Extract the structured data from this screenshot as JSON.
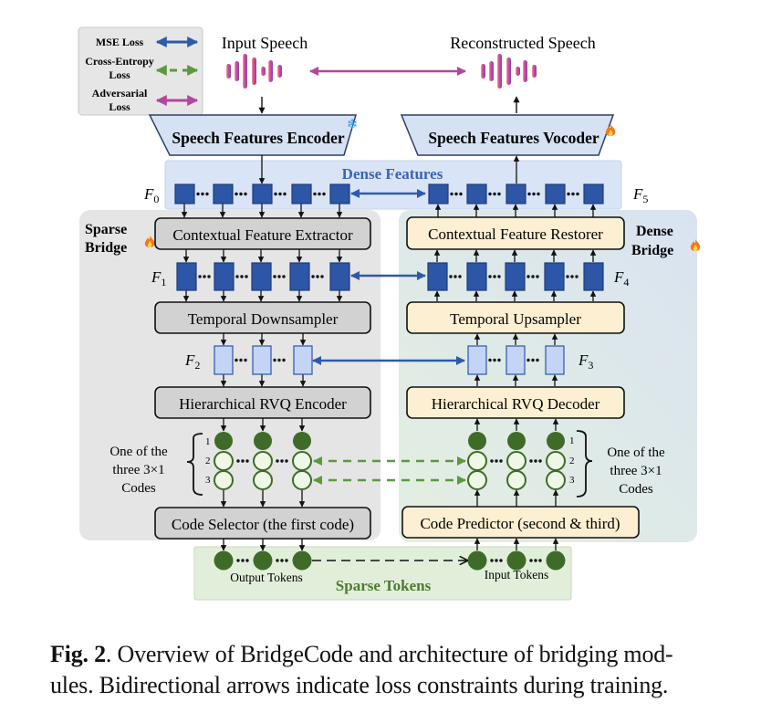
{
  "legend": {
    "items": [
      {
        "label_lines": [
          "MSE Loss"
        ],
        "color": "#2f5aa8",
        "style": "solid"
      },
      {
        "label_lines": [
          "Cross-Entropy",
          "Loss"
        ],
        "color": "#5a9a3c",
        "style": "dashed"
      },
      {
        "label_lines": [
          "Adversarial",
          "Loss"
        ],
        "color": "#b3459f",
        "style": "solid"
      }
    ]
  },
  "speech": {
    "input_label": "Input Speech",
    "output_label": "Reconstructed Speech"
  },
  "encoder": {
    "label": "Speech Features Encoder",
    "status_icon": "snowflake-icon"
  },
  "vocoder": {
    "label": "Speech Features Vocoder",
    "status_icon": "fire-icon"
  },
  "dense_features": {
    "label": "Dense Features"
  },
  "feature_labels": {
    "F0": {
      "base": "F",
      "sub": "0"
    },
    "F1": {
      "base": "F",
      "sub": "1"
    },
    "F2": {
      "base": "F",
      "sub": "2"
    },
    "F3": {
      "base": "F",
      "sub": "3"
    },
    "F4": {
      "base": "F",
      "sub": "4"
    },
    "F5": {
      "base": "F",
      "sub": "5"
    }
  },
  "sparse_bridge": {
    "title_lines": [
      "Sparse",
      "Bridge"
    ],
    "status_icon": "fire-icon",
    "modules": [
      "Contextual Feature Extractor",
      "Temporal Downsampler",
      "Hierarchical RVQ Encoder",
      "Code Selector (the first code)"
    ]
  },
  "dense_bridge": {
    "title_lines": [
      "Dense",
      "Bridge"
    ],
    "status_icon": "fire-icon",
    "modules": [
      "Contextual Feature Restorer",
      "Temporal Upsampler",
      "Hierarchical RVQ Decoder",
      "Code Predictor (second & third)"
    ]
  },
  "codes": {
    "row_numbers": [
      "1",
      "2",
      "3"
    ],
    "brace_label_lines": [
      "One of the",
      "three 3×1",
      "Codes"
    ]
  },
  "sparse_tokens": {
    "label": "Sparse Tokens",
    "output_label": "Output Tokens",
    "input_label": "Input Tokens"
  },
  "colors": {
    "mse": "#2f5aa8",
    "ce": "#5a9a3c",
    "adv": "#b3459f",
    "dark_feature": "#2d56a6",
    "light_feature": "#c3d4f5",
    "token_green": "#3f6b28",
    "code_light": "#eef8e6"
  },
  "caption": {
    "fig_label": "Fig. 2",
    "text_line1": ". Overview of BridgeCode and architecture of bridging mod-",
    "text_line2": "ules. Bidirectional arrows indicate loss constraints during training."
  }
}
